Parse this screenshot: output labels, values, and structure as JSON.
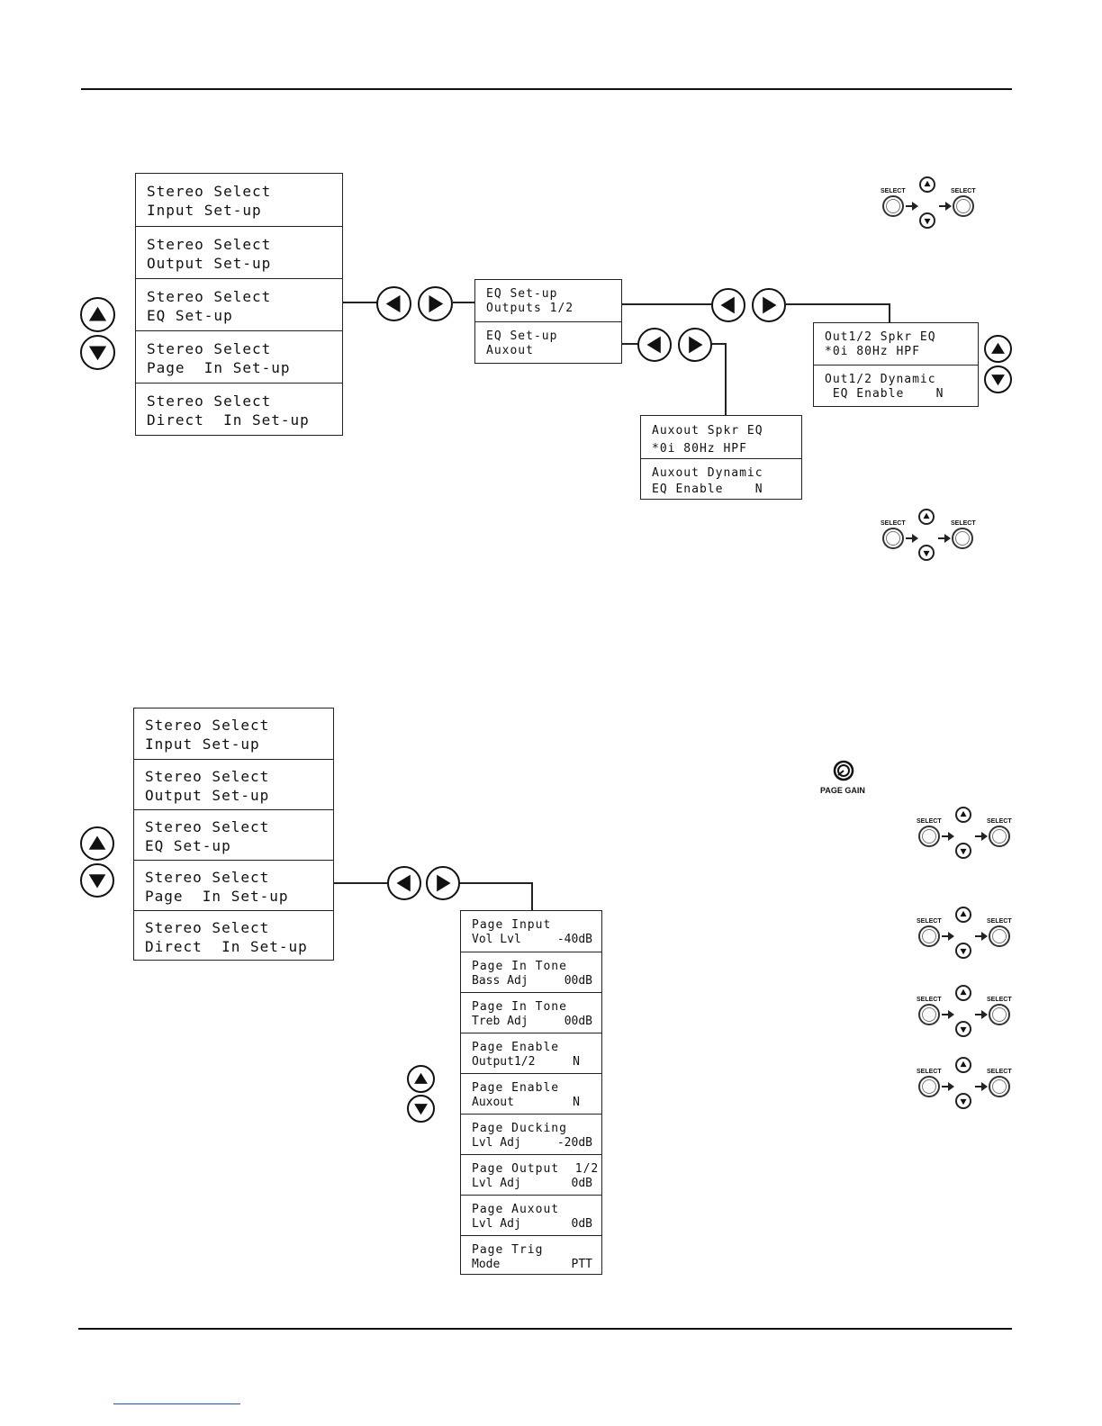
{
  "top_menu": [
    {
      "l1": "Stereo Select",
      "l2": "Input Set-up"
    },
    {
      "l1": "Stereo Select",
      "l2": "Output Set-up"
    },
    {
      "l1": "Stereo Select",
      "l2": "EQ Set-up"
    },
    {
      "l1": "Stereo Select",
      "l2": "Page  In Set-up"
    },
    {
      "l1": "Stereo Select",
      "l2": "Direct  In Set-up"
    }
  ],
  "eq_menu": [
    {
      "l1": "EQ Set-up",
      "l2": "Outputs 1/2"
    },
    {
      "l1": "EQ Set-up",
      "l2": "Auxout"
    }
  ],
  "out12_menu": [
    {
      "l1": "Out1/2 Spkr EQ",
      "l2": "*0i 80Hz HPF"
    },
    {
      "l1": "Out1/2 Dynamic",
      "l2": " EQ Enable    N"
    }
  ],
  "auxout_menu": [
    {
      "l1": "Auxout Spkr EQ",
      "l2": "*0i 80Hz HPF"
    },
    {
      "l1": "Auxout Dynamic",
      "l2": "EQ Enable    N"
    }
  ],
  "bottom_menu": [
    {
      "l1": "Stereo Select",
      "l2": "Input Set-up"
    },
    {
      "l1": "Stereo Select",
      "l2": "Output Set-up"
    },
    {
      "l1": "Stereo Select",
      "l2": "EQ Set-up"
    },
    {
      "l1": "Stereo Select",
      "l2": "Page  In Set-up"
    },
    {
      "l1": "Stereo Select",
      "l2": "Direct  In Set-up"
    }
  ],
  "page_menu": [
    {
      "l1": "Page Input",
      "l2a": "Vol Lvl",
      "l2b": "-40dB"
    },
    {
      "l1": "Page In Tone",
      "l2a": "Bass Adj",
      "l2b": "00dB"
    },
    {
      "l1": "Page In Tone",
      "l2a": "Treb Adj",
      "l2b": "00dB"
    },
    {
      "l1": "Page Enable",
      "l2a": "Output1/2",
      "l2b": "N"
    },
    {
      "l1": "Page Enable",
      "l2a": "Auxout",
      "l2b": "N"
    },
    {
      "l1": "Page Ducking",
      "l2a": "Lvl Adj",
      "l2b": "-20dB"
    },
    {
      "l1": "Page Output  1/2",
      "l2a": "Lvl Adj",
      "l2b": "0dB"
    },
    {
      "l1": "Page Auxout",
      "l2a": "Lvl Adj",
      "l2b": "0dB"
    },
    {
      "l1": "Page Trig",
      "l2a": "Mode",
      "l2b": "PTT"
    }
  ],
  "select_label": "SELECT",
  "page_gain_label": "PAGE GAIN",
  "icons": {
    "nav_up": "up-arrow-button",
    "nav_down": "down-arrow-button",
    "nav_left": "left-arrow-button",
    "nav_right": "right-arrow-button",
    "select": "select-button",
    "knob": "page-gain-knob"
  }
}
